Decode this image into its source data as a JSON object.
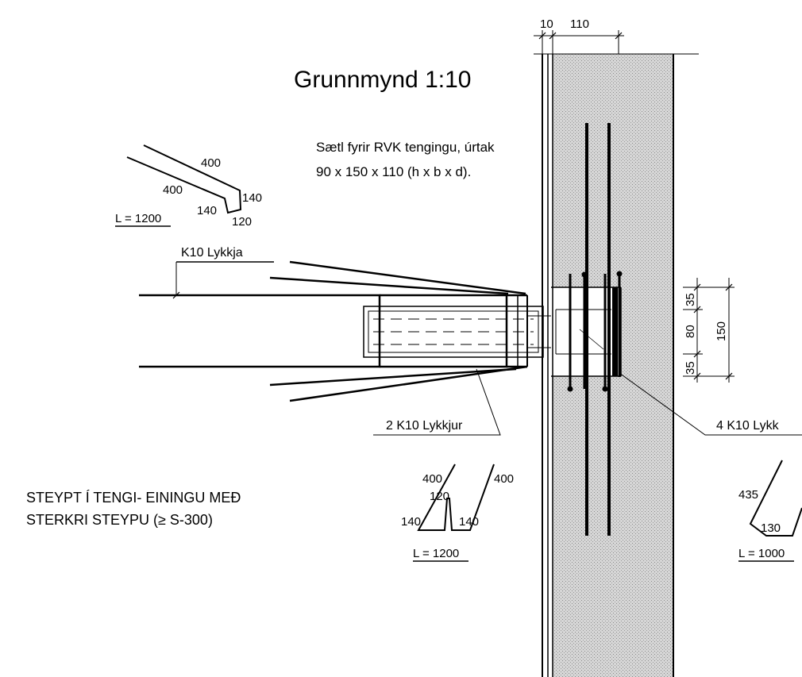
{
  "title": "Grunnmynd 1:10",
  "notes": {
    "seat_line1": "Sætl fyrir RVK tengingu, úrtak",
    "seat_line2": "90 x 150 x 110 (h x  b x  d).",
    "concrete_line1": "STEYPT Í TENGI- EININGU MEÐ",
    "concrete_line2": "STERKRI STEYPU (≥ S-300)"
  },
  "top_dims": {
    "a": "10",
    "b": "110"
  },
  "right_dims": {
    "d1": "35",
    "d2": "80",
    "d3": "35",
    "total": "150"
  },
  "labels": {
    "k10_loop": "K10 Lykkja",
    "two_k10": "2 K10 Lykkjur",
    "four_k10": "4 K10 Lykk"
  },
  "shape1": {
    "a": "400",
    "b": "400",
    "c": "140",
    "d": "140",
    "e": "120",
    "length": "L = 1200"
  },
  "shape2": {
    "a": "400",
    "b": "400",
    "c": "120",
    "d": "140",
    "e": "140",
    "length": "L = 1200"
  },
  "shape3": {
    "a": "435",
    "b": "130",
    "length": "L = 1000"
  },
  "colors": {
    "ink": "#000000",
    "concrete_fill": "#c8c8c8",
    "paper": "#ffffff"
  }
}
